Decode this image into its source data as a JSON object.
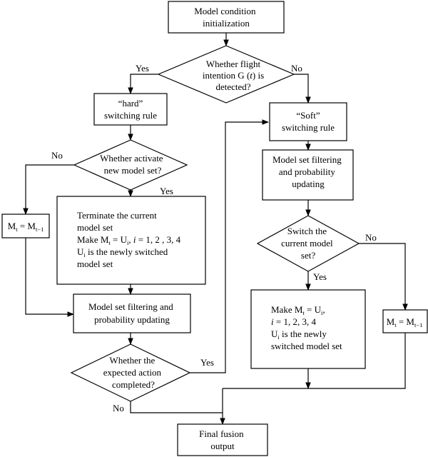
{
  "nodes": {
    "init": {
      "lines": [
        "Model condition",
        "initialization"
      ]
    },
    "dec_intention": {
      "lines_html": [
        "Whether flight",
        "intention G (<tspan font-style=\"italic\">t</tspan>) is",
        "detected?"
      ]
    },
    "hard_rule": {
      "lines_html": [
        "“hard”",
        "switching rule"
      ]
    },
    "soft_rule": {
      "lines_html": [
        "“Soft”",
        "switching rule"
      ]
    },
    "dec_activate": {
      "lines": [
        "Whether activate",
        "new model set?"
      ]
    },
    "terminate": {
      "lines_html": [
        "Terminate the current",
        "model set",
        "Make M<tspan class=\"sub\" dy=\"3\">t</tspan><tspan dy=\"-3\"> = U</tspan><tspan class=\"sub\" dy=\"3\">i</tspan><tspan dy=\"-3\">, </tspan><tspan font-style=\"italic\">i</tspan> = 1, 2 , 3, 4",
        "U<tspan class=\"sub\" dy=\"3\">i</tspan><tspan dy=\"-3\"> is the newly switched</tspan>",
        "model set"
      ]
    },
    "mt_left": {
      "label_html": "M<tspan class=\"sub\" dy=\"3\">t</tspan><tspan dy=\"-3\"> = M</tspan><tspan class=\"sub\" dy=\"3\">t−1</tspan>"
    },
    "filter_left": {
      "lines": [
        "Model set filtering and",
        "probability updating"
      ]
    },
    "filter_right": {
      "lines": [
        "Model set filtering",
        "and probability",
        "updating"
      ]
    },
    "dec_switch": {
      "lines": [
        "Switch the",
        "current model",
        "set?"
      ]
    },
    "make_right": {
      "lines_html": [
        "Make M<tspan class=\"sub\" dy=\"3\">t</tspan><tspan dy=\"-3\"> = U</tspan><tspan class=\"sub\" dy=\"3\">i</tspan><tspan dy=\"-3\">,</tspan>",
        "<tspan font-style=\"italic\">i</tspan> = 1, 2, 3, 4",
        "U<tspan class=\"sub\" dy=\"3\">i</tspan><tspan dy=\"-3\"> is the newly</tspan>",
        "switched model set"
      ]
    },
    "mt_right": {
      "label_html": "M<tspan class=\"sub\" dy=\"3\">t</tspan><tspan dy=\"-3\"> = M</tspan><tspan class=\"sub\" dy=\"3\">t−1</tspan>"
    },
    "dec_completed": {
      "lines": [
        "Whether the",
        "expected action",
        "completed?"
      ]
    },
    "final": {
      "lines": [
        "Final fusion",
        "output"
      ]
    }
  },
  "edge_labels": {
    "intention_yes": "Yes",
    "intention_no": "No",
    "activate_no": "No",
    "activate_yes": "Yes",
    "switch_no": "No",
    "switch_yes": "Yes",
    "completed_yes": "Yes",
    "completed_no": "No"
  }
}
